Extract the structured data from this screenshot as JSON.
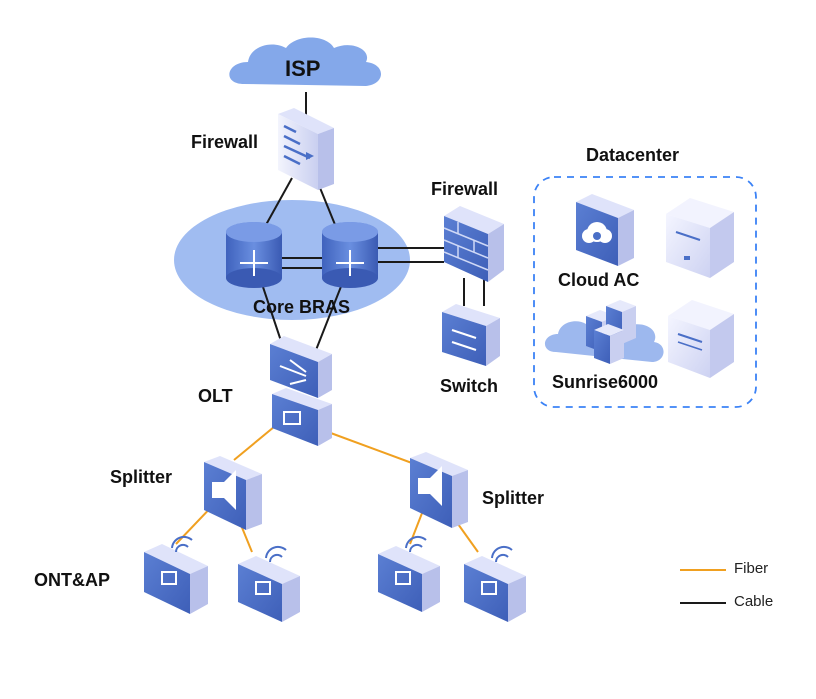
{
  "labels": {
    "isp": "ISP",
    "firewall_top": "Firewall",
    "firewall_right": "Firewall",
    "core": "Core BRAS",
    "switch": "Switch",
    "olt": "OLT",
    "splitter_left": "Splitter",
    "splitter_right": "Splitter",
    "ont": "ONT&AP",
    "datacenter": "Datacenter",
    "cloud_ac": "Cloud AC",
    "sunrise": "Sunrise6000"
  },
  "legend": {
    "fiber": "Fiber",
    "cable": "Cable"
  },
  "colors": {
    "fiber": "#f0a020",
    "cable": "#1a1a1a",
    "device_blue": "#4a6fc7",
    "device_light": "#e6e9fb",
    "core_ellipse": "#8fb0ee",
    "cloud": "#84a8ea",
    "dash_border": "#3b82f6"
  },
  "icons": [
    "cloud-icon",
    "firewall-icon",
    "router-icon",
    "brick-firewall-icon",
    "switch-icon",
    "olt-icon",
    "splitter-icon",
    "ont-ap-icon",
    "cloud-ac-icon",
    "server-icon",
    "sunrise-cloud-icon"
  ]
}
